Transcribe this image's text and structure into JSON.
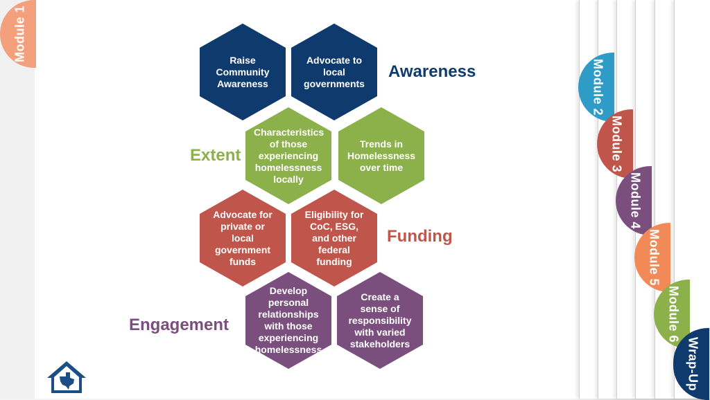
{
  "colors": {
    "awareness": "#0f3a6e",
    "extent": "#8cb04a",
    "funding": "#c0564b",
    "engagement": "#7a4f7e",
    "module1": "#f5a07d",
    "module2": "#2f9bc7",
    "module3": "#c0564b",
    "module4": "#7a4f7e",
    "module5": "#f28a58",
    "module6": "#8cb04a",
    "wrapup": "#0f3a6e",
    "logo": "#1b4e84"
  },
  "labels": {
    "awareness": "Awareness",
    "extent": "Extent",
    "funding": "Funding",
    "engagement": "Engagement"
  },
  "hexagons": {
    "raise_community_awareness": "Raise\nCommunity\nAwareness",
    "advocate_local_governments": "Advocate to\nlocal\ngovernments",
    "characteristics": "Characteristics\nof those\nexperiencing\nhomelessness\nlocally",
    "trends": "Trends in\nHomelessness\nover time",
    "advocate_funds": "Advocate for\nprivate or\nlocal\ngovernment\nfunds",
    "eligibility": "Eligibility for\nCoC, ESG,\nand other\nfederal\nfunding",
    "develop_relationships": "Develop\npersonal\nrelationships\nwith those\nexperiencing\nhomelessness",
    "create_responsibility": "Create a\nsense of\nresponsibility\nwith varied\nstakeholders"
  },
  "tabs": {
    "module1": "Module 1",
    "module2": "Module 2",
    "module3": "Module 3",
    "module4": "Module 4",
    "module5": "Module 5",
    "module6": "Module 6",
    "wrapup": "Wrap-Up"
  },
  "logo": {
    "icon": "house-texas-icon"
  }
}
